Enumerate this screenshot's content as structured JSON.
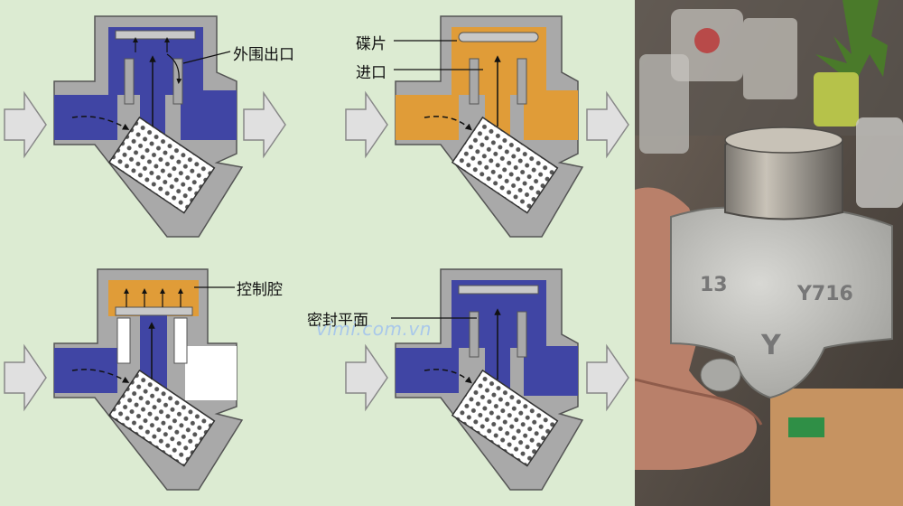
{
  "labels": {
    "outer_outlet": "外围出口",
    "disc": "碟片",
    "inlet": "进口",
    "control_chamber": "控制腔",
    "sealing_face": "密封平面"
  },
  "watermark": "vimi.com.vn",
  "photo_markings": {
    "left_number": "13",
    "model": "Y716",
    "arrow_mark": "Y"
  },
  "colors": {
    "background": "#dcebd2",
    "body_gray": "#a9a9a9",
    "flow_blue": "#4045a4",
    "flow_orange": "#e09c38",
    "arrow_fill": "#e0e0e0",
    "strainer": "#ffffff",
    "text": "#111111"
  }
}
